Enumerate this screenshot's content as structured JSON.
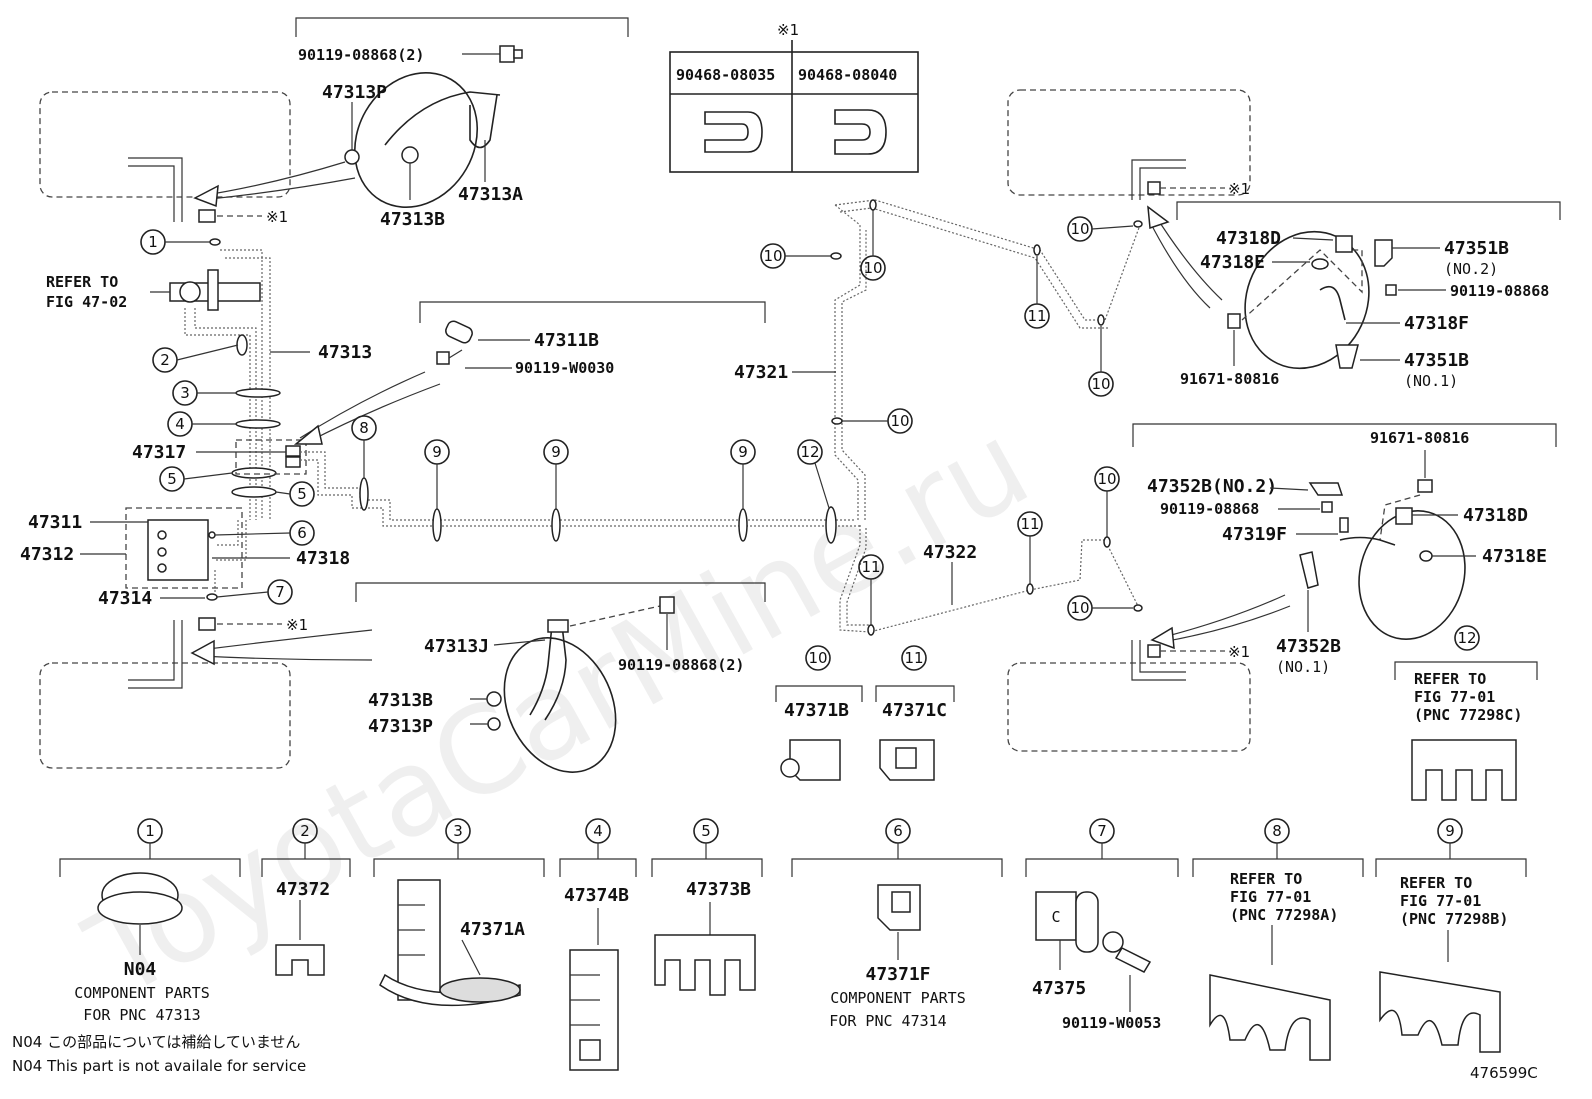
{
  "diagram": {
    "sheet_id": "476599C",
    "watermark": "ToyotaCarMine.ru",
    "ref_mark": "※1",
    "clip_table": {
      "marker": "※1",
      "headers": [
        "90468-08035",
        "90468-08040"
      ]
    },
    "labels": {
      "p47313P_top": "47313P",
      "p90119_08868_2_top": "90119-08868(2)",
      "p47313A": "47313A",
      "p47313B_top": "47313B",
      "refer_fig_4702_l1": "REFER TO",
      "refer_fig_4702_l2": "FIG 47-02",
      "p47313": "47313",
      "p47311B": "47311B",
      "p90119_W0030": "90119-W0030",
      "p47317": "47317",
      "p47311": "47311",
      "p47312": "47312",
      "p47318": "47318",
      "p47314": "47314",
      "p47313J": "47313J",
      "p90119_08868_2_bot": "90119-08868(2)",
      "p47313B_bot": "47313B",
      "p47313P_bot": "47313P",
      "p47321": "47321",
      "p47322": "47322",
      "p47318D_top": "47318D",
      "p47318E_top": "47318E",
      "p47351B_top": "47351B",
      "no2_a": "(NO.2)",
      "p90119_08868_r": "90119-08868",
      "p47318F": "47318F",
      "p47351B_mid": "47351B",
      "no1_a": "(NO.1)",
      "p91671_80816_top": "91671-80816",
      "p91671_80816_r": "91671-80816",
      "p47352B_no2": "47352B(NO.2)",
      "p90119_08868_r2": "90119-08868",
      "p47319F": "47319F",
      "p47318D_r": "47318D",
      "p47318E_r": "47318E",
      "p47352B": "47352B",
      "no1_b": "(NO.1)",
      "c10_part": "47371B",
      "c11_part": "47371C",
      "c12_l1": "REFER TO",
      "c12_l2": "FIG 77-01",
      "c12_l3": "(PNC 77298C)"
    },
    "bottom": {
      "c1_code": "N04",
      "c1_l1": "COMPONENT PARTS",
      "c1_l2": "FOR PNC 47313",
      "c2_part": "47372",
      "c3_part": "47371A",
      "c4_part": "47374B",
      "c5_part": "47373B",
      "c6_part": "47371F",
      "c6_l1": "COMPONENT PARTS",
      "c6_l2": "FOR PNC 47314",
      "c7_part": "47375",
      "c7_bolt": "90119-W0053",
      "c8_l1": "REFER TO",
      "c8_l2": "FIG 77-01",
      "c8_l3": "(PNC 77298A)",
      "c9_l1": "REFER TO",
      "c9_l2": "FIG 77-01",
      "c9_l3": "(PNC 77298B)",
      "note_jp": "N04 この部品については補給していません",
      "note_en": "N04  This part is not availale for service"
    },
    "callouts": [
      "1",
      "2",
      "3",
      "4",
      "5",
      "6",
      "7",
      "8",
      "9",
      "10",
      "11",
      "12"
    ]
  }
}
